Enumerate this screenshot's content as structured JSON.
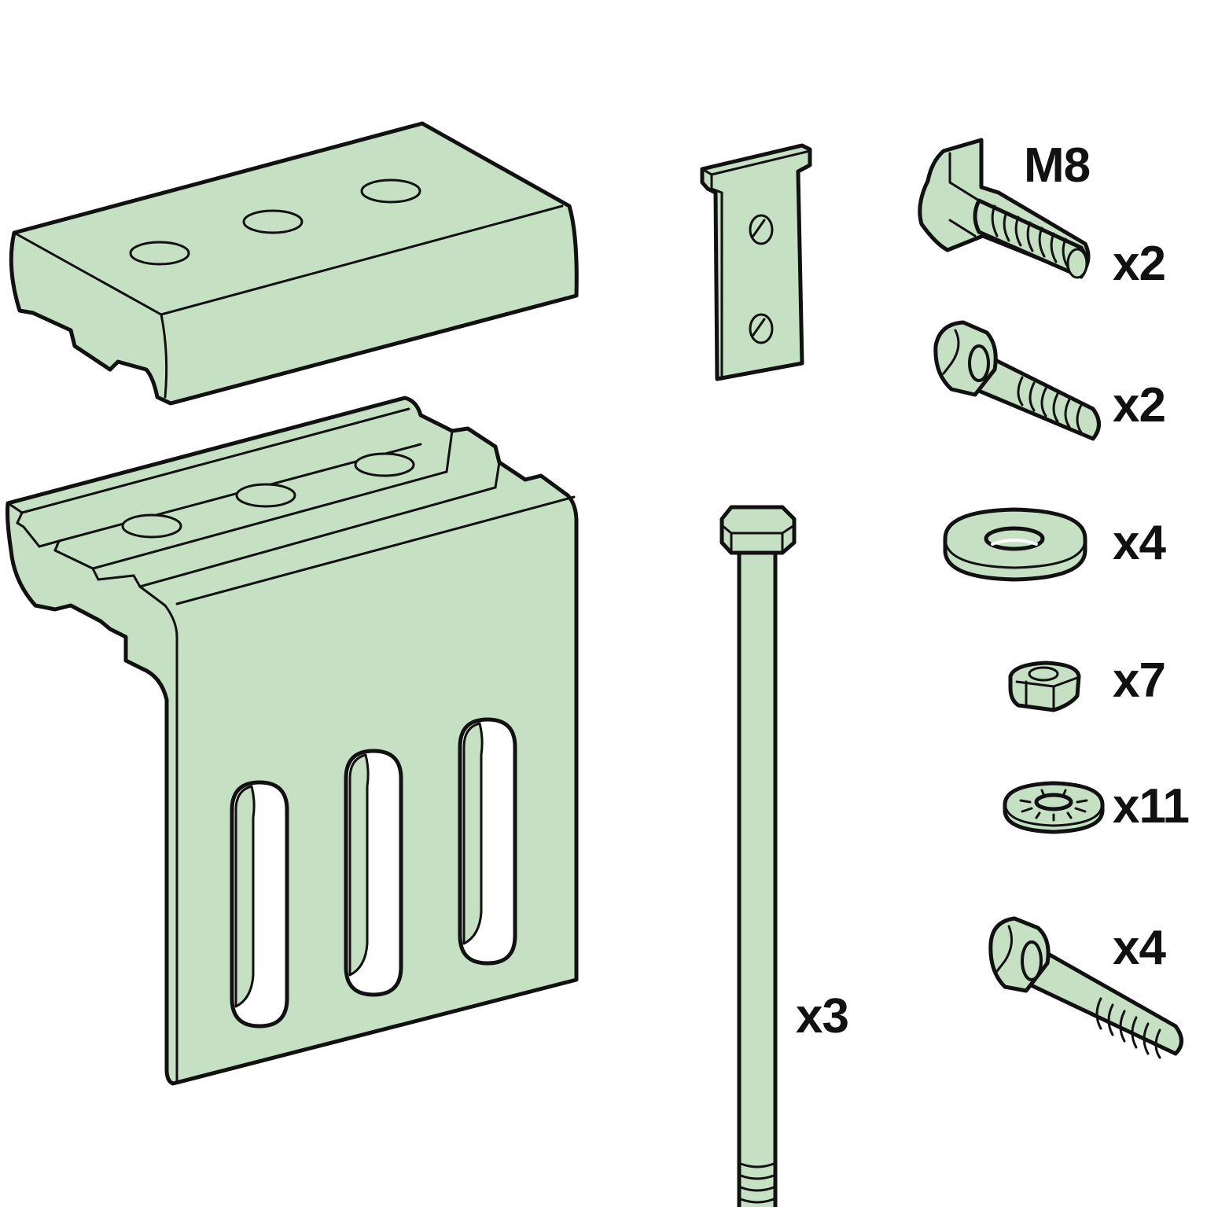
{
  "diagram": {
    "type": "parts-kit-illustration",
    "fill_color": "#c6e0c4",
    "stroke_color": "#111111",
    "background": "#ffffff",
    "parts": [
      {
        "id": "top-clamp-plate",
        "description": "Clamp plate with 3 holes",
        "label": ""
      },
      {
        "id": "angle-bracket",
        "description": "L-shaped support bracket with 3 holes and 3 slots",
        "label": ""
      },
      {
        "id": "t-plate",
        "description": "T-shaped plate with 2 holes",
        "label": ""
      },
      {
        "id": "long-hex-bolt",
        "description": "Long hex head bolt",
        "label": "x3"
      },
      {
        "id": "carriage-bolt",
        "description": "Hammer-head bolt M8",
        "size": "M8",
        "label": "x2"
      },
      {
        "id": "hex-bolt-short",
        "description": "Hex head bolt",
        "label": "x2"
      },
      {
        "id": "flat-washer",
        "description": "Flat washer",
        "label": "x4"
      },
      {
        "id": "hex-nut",
        "description": "Hex nut",
        "label": "x7"
      },
      {
        "id": "lock-washer",
        "description": "Serrated lock washer",
        "label": "x11"
      },
      {
        "id": "hex-bolt-long",
        "description": "Hex head bolt",
        "label": "x4"
      }
    ]
  },
  "labels": {
    "m8": "M8",
    "carriage_bolt_qty": "x2",
    "hex_bolt_short_qty": "x2",
    "flat_washer_qty": "x4",
    "hex_nut_qty": "x7",
    "lock_washer_qty": "x11",
    "hex_bolt_long_qty": "x4",
    "long_bolt_qty": "x3"
  }
}
